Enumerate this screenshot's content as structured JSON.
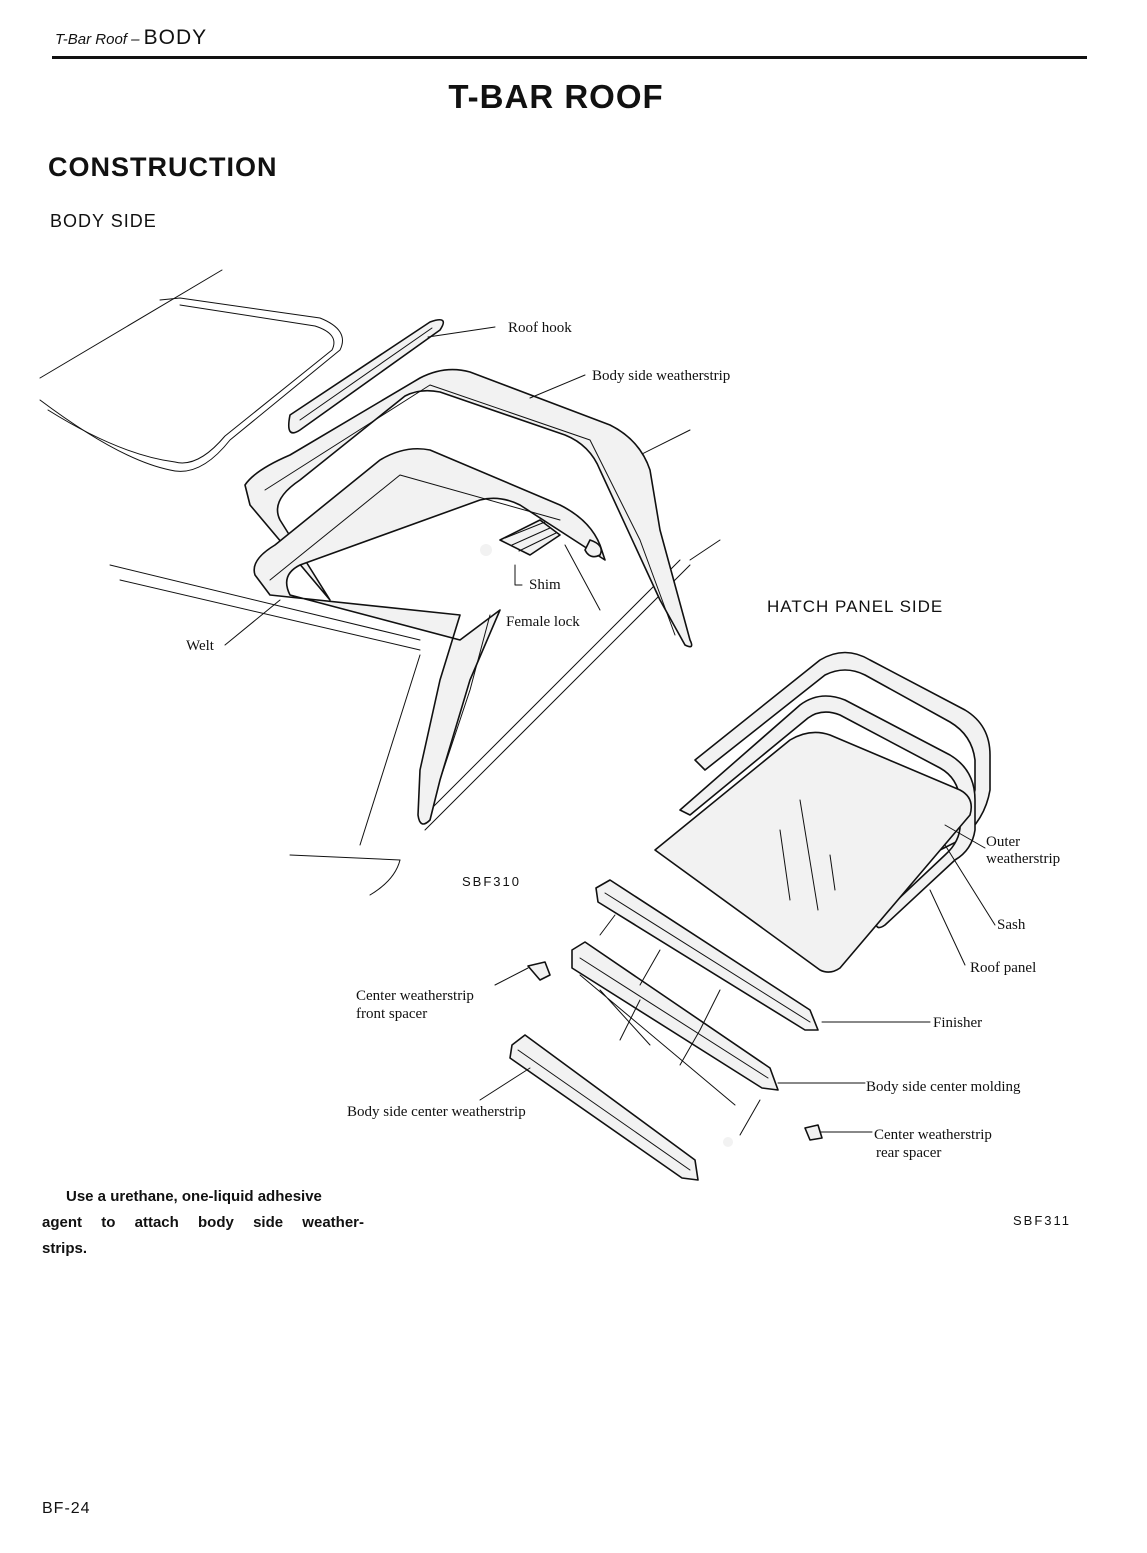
{
  "header": {
    "section": "T-Bar Roof",
    "separator": " – ",
    "chapter": "BODY"
  },
  "title": "T-BAR ROOF",
  "headings": {
    "construction": "CONSTRUCTION",
    "body_side": "BODY SIDE",
    "hatch_panel_side": "HATCH PANEL SIDE"
  },
  "body_side_labels": {
    "roof_hook": "Roof hook",
    "body_side_weatherstrip": "Body side weatherstrip",
    "shim": "Shim",
    "female_lock": "Female lock",
    "welt": "Welt",
    "figure_code": "SBF310"
  },
  "hatch_labels": {
    "outer_weatherstrip_1": "Outer",
    "outer_weatherstrip_2": "weatherstrip",
    "sash": "Sash",
    "roof_panel": "Roof panel",
    "finisher": "Finisher",
    "body_side_center_molding": "Body side center molding",
    "center_weatherstrip_rear_spacer_1": "Center weatherstrip",
    "center_weatherstrip_rear_spacer_2": "rear spacer",
    "center_weatherstrip_front_spacer_1": "Center weatherstrip",
    "center_weatherstrip_front_spacer_2": "front spacer",
    "body_side_center_weatherstrip": "Body side center weatherstrip",
    "figure_code": "SBF311"
  },
  "note": {
    "line1": "Use a urethane, one-liquid adhesive",
    "line2": "agent to attach body side weather-",
    "line3": "strips."
  },
  "page_number": "BF-24"
}
